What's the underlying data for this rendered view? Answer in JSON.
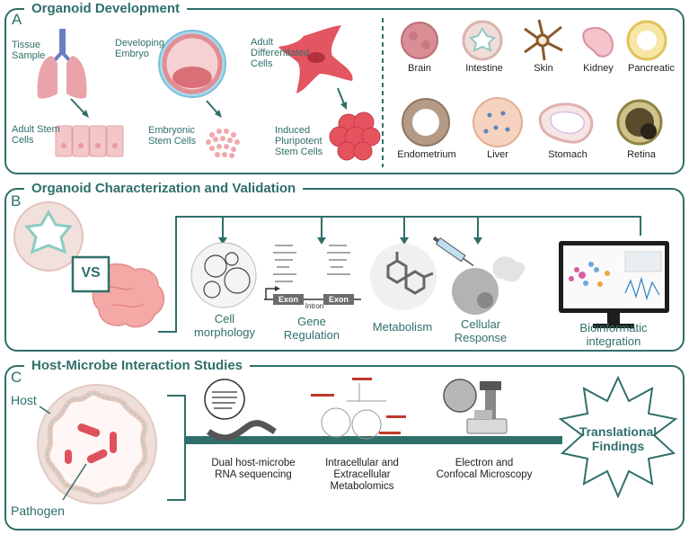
{
  "panel_a": {
    "letter": "A",
    "title": "Organoid Development",
    "sources": {
      "tissue_sample": "Tissue Sample",
      "developing_embryo": "Developing Embryo",
      "adult_differentiated": "Adult Differentiated Cells",
      "adult_stem": "Adult Stem Cells",
      "embryonic_stem": "Embryonic Stem Cells",
      "ipsc": "Induced Pluripotent Stem Cells"
    },
    "organoids": [
      "Brain",
      "Intestine",
      "Skin",
      "Kidney",
      "Pancreatic",
      "Endometrium",
      "Liver",
      "Stomach",
      "Retina"
    ]
  },
  "panel_b": {
    "letter": "B",
    "title": "Organoid Characterization and Validation",
    "vs": "VS",
    "exon1": "Exon",
    "exon2": "Exon",
    "intron": "Intron",
    "steps": [
      "Cell morphology",
      "Gene Regulation",
      "Metabolism",
      "Cellular Response",
      "Bioinformatic integration"
    ]
  },
  "panel_c": {
    "letter": "C",
    "title": "Host-Microbe Interaction Studies",
    "host": "Host",
    "pathogen": "Pathogen",
    "methods": [
      "Dual host-microbe RNA sequencing",
      "Intracellular and Extracellular Metabolomics",
      "Electron and Confocal Microscopy"
    ],
    "outcome": "Translational Findings"
  },
  "colors": {
    "teal": "#2f6f6a",
    "tissue_pink": "#e8a4a8",
    "accent_red": "#c9515a"
  }
}
